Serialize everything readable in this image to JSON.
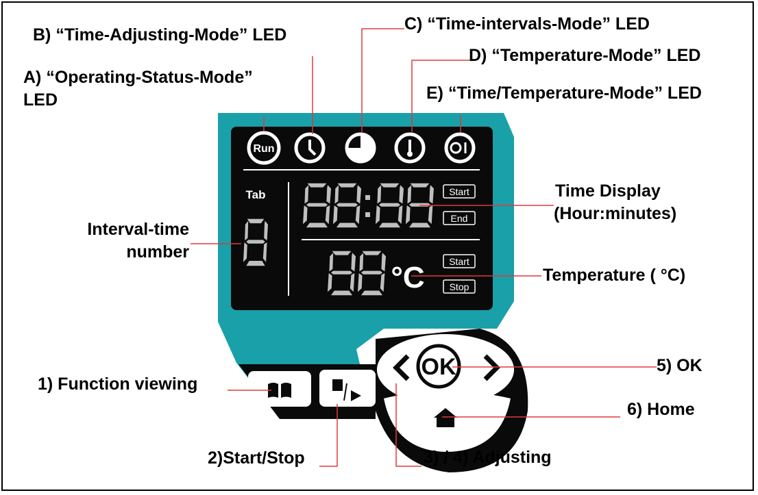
{
  "labels": {
    "a": "A) “Operating-Status-Mode”",
    "a2": "LED",
    "b": "B) “Time-Adjusting-Mode” LED",
    "c": "C) “Time-intervals-Mode” LED",
    "d": "D) “Temperature-Mode” LED",
    "e": "E) “Time/Temperature-Mode” LED",
    "time1": "Time Display",
    "time2": "(Hour:minutes)",
    "interval1": "Interval-time",
    "interval2": "number",
    "temperature": "Temperature ( °C)",
    "function": "1) Function viewing",
    "startstop": "2)Start/Stop",
    "adjusting": "3) / 4) Adjusting",
    "ok": "5) OK",
    "home": "6) Home"
  },
  "display": {
    "run": "Run",
    "tab": "Tab",
    "start": "Start",
    "end": "End",
    "start2": "Start",
    "stop": "Stop",
    "degc": "°C",
    "ok_btn": "OK"
  },
  "colors": {
    "teal": "#1aa0a8",
    "screen": "#0a0a0a",
    "leader": "#e0393e",
    "segment": "#bfbfbf"
  },
  "icons": [
    "run-icon",
    "clock-icon",
    "pie-timer-icon",
    "thermometer-icon",
    "clock-thermometer-icon",
    "book-icon",
    "stop-play-icon",
    "chevron-left-icon",
    "chevron-right-icon",
    "home-icon"
  ]
}
